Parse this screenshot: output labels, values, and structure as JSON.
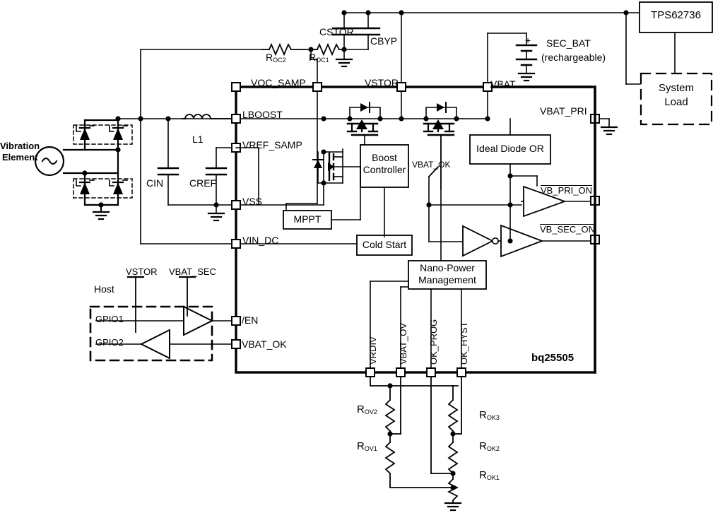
{
  "diagram": {
    "title": "bq25505 energy harvesting application schematic",
    "ic_name": "bq25505"
  },
  "source": {
    "label_line1": "Vibration",
    "label_line2": "Element",
    "symbol": "ac-source-icon"
  },
  "ic_pins_left": [
    {
      "name": "VOC_SAMP"
    },
    {
      "name": "LBOOST"
    },
    {
      "name": "VREF_SAMP"
    },
    {
      "name": "VSS"
    },
    {
      "name": "VIN_DC"
    },
    {
      "name": "/EN"
    },
    {
      "name": "VBAT_OK"
    }
  ],
  "ic_pins_top": [
    {
      "name": "VSTOR"
    },
    {
      "name": "VBAT"
    }
  ],
  "ic_pins_right": [
    {
      "name": "VBAT_PRI"
    },
    {
      "name": "VB_PRI_ON",
      "overline": true
    },
    {
      "name": "VB_SEC_ON",
      "overline": true
    }
  ],
  "ic_pins_bottom": [
    {
      "name": "VRDIV"
    },
    {
      "name": "VBAT_OV"
    },
    {
      "name": "OK_PROG"
    },
    {
      "name": "OK_HYST"
    }
  ],
  "internal_blocks": [
    {
      "name": "Boost Controller",
      "line1": "Boost",
      "line2": "Controller"
    },
    {
      "name": "MPPT",
      "line1": "MPPT",
      "line2": ""
    },
    {
      "name": "Cold Start",
      "line1": "Cold Start",
      "line2": ""
    },
    {
      "name": "Nano-Power Management",
      "line1": "Nano-Power",
      "line2": "Management"
    },
    {
      "name": "Ideal Diode OR",
      "line1": "Ideal Diode OR",
      "line2": ""
    }
  ],
  "internal_labels": {
    "vbat_ok_switch": "VBAT_OK"
  },
  "external_components": [
    {
      "ref": "CSTOR",
      "kind": "capacitor"
    },
    {
      "ref": "CBYP",
      "kind": "capacitor"
    },
    {
      "ref": "CIN",
      "kind": "capacitor"
    },
    {
      "ref": "CREF",
      "kind": "capacitor"
    },
    {
      "ref": "L1",
      "kind": "inductor"
    }
  ],
  "resistors": [
    {
      "ref": "R",
      "sub": "OC2"
    },
    {
      "ref": "R",
      "sub": "OC1"
    },
    {
      "ref": "R",
      "sub": "OV2"
    },
    {
      "ref": "R",
      "sub": "OV1"
    },
    {
      "ref": "R",
      "sub": "OK3"
    },
    {
      "ref": "R",
      "sub": "OK2"
    },
    {
      "ref": "R",
      "sub": "OK1"
    }
  ],
  "battery": {
    "name_line1": "SEC_BAT",
    "name_line2": "(rechargeable)",
    "polarity": "+"
  },
  "host": {
    "title": "Host",
    "rail_vstor": "VSTOR",
    "rail_vbat_sec": "VBAT_SEC",
    "gpio1": "GPIO1",
    "gpio2": "GPIO2"
  },
  "downstream": {
    "converter": "TPS62736",
    "load_line1": "System",
    "load_line2": "Load"
  },
  "colors": {
    "line": "#000000",
    "background": "#ffffff"
  }
}
